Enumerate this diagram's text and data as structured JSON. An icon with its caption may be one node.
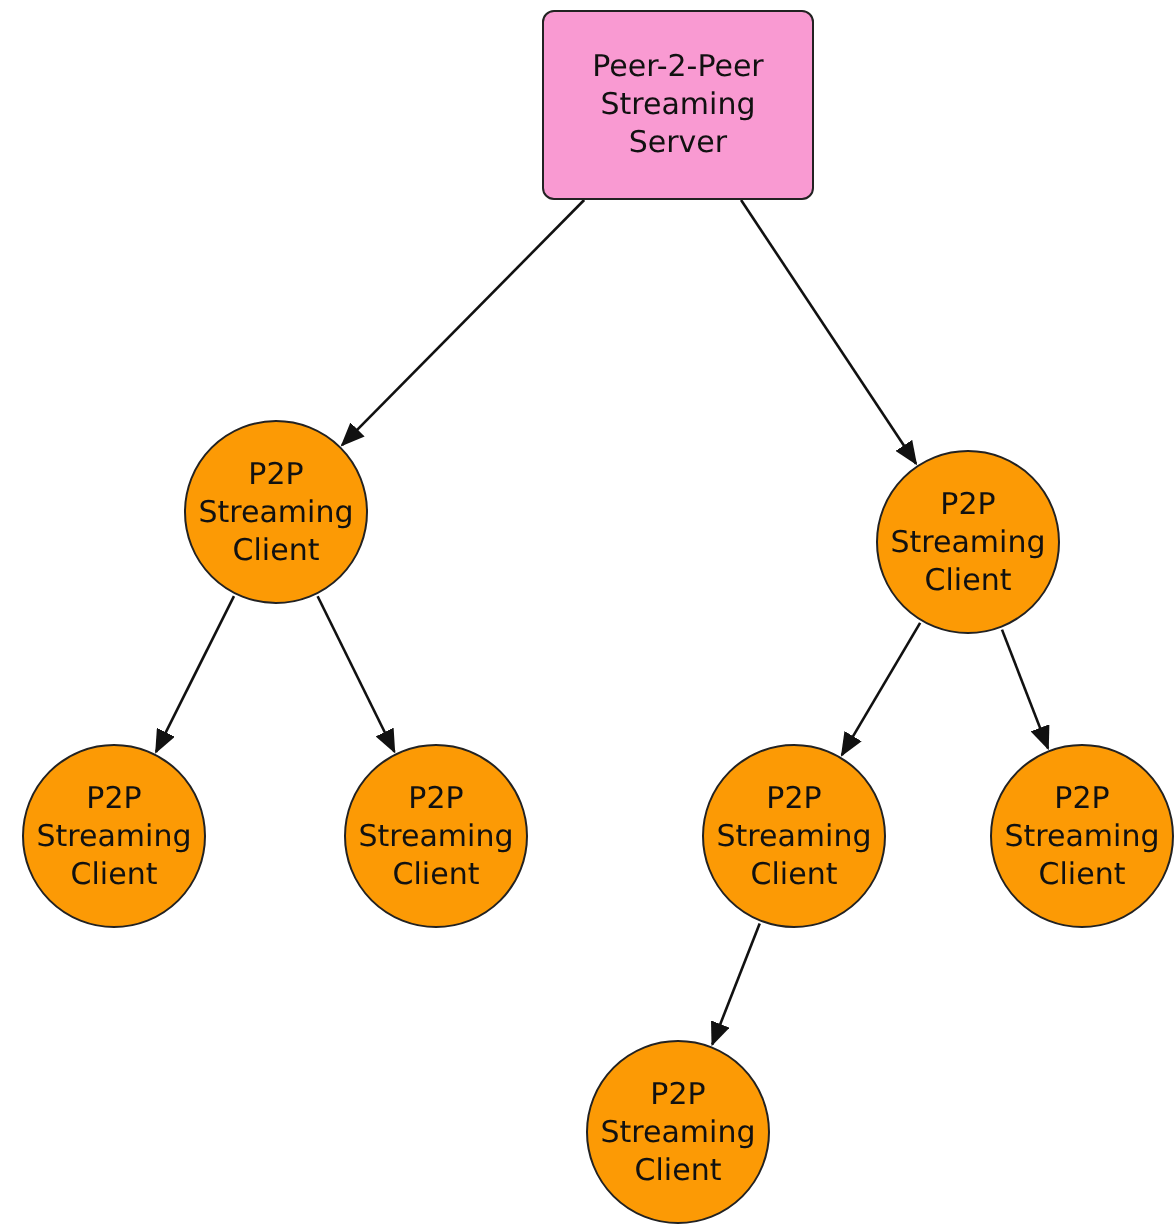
{
  "diagram": {
    "nodes": [
      {
        "text": [
          "Peer-2-Peer Streaming Server"
        ]
      },
      {
        "text": [
          "P2P Streaming Client"
        ]
      },
      {
        "text": [
          "P2P Streaming Client"
        ]
      },
      {
        "text": [
          "P2P Streaming Client"
        ]
      },
      {
        "text": [
          "P2P Streaming Client"
        ]
      },
      {
        "text": [
          "P2P Streaming Client"
        ]
      },
      {
        "text": [
          "P2P Streaming Client"
        ]
      },
      {
        "text": [
          "P2P Streaming Client"
        ]
      }
    ],
    "edges": [
      {
        "from": 0,
        "to": 1,
        "arrow": "to"
      },
      {
        "from": 0,
        "to": 2,
        "arrow": "to"
      },
      {
        "from": 1,
        "to": 3,
        "arrow": "to"
      },
      {
        "from": 1,
        "to": 4,
        "arrow": "to"
      },
      {
        "from": 2,
        "to": 5,
        "arrow": "to"
      },
      {
        "from": 2,
        "to": 6,
        "arrow": "to"
      },
      {
        "from": 5,
        "to": 7,
        "arrow": "to"
      }
    ]
  }
}
